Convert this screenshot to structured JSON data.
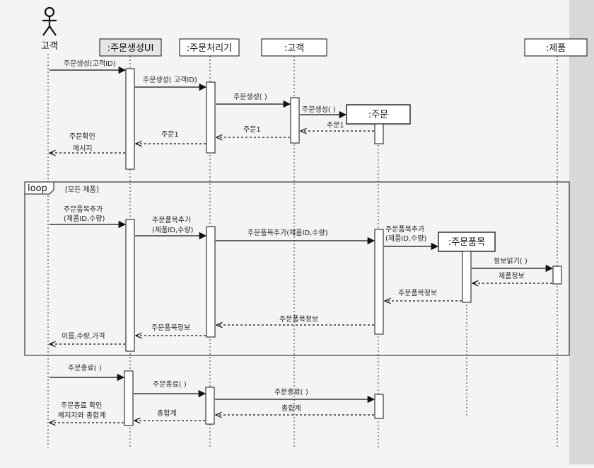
{
  "actor": {
    "label": "고객"
  },
  "lifelines": {
    "ui": ":주문생성UI",
    "proc": ":주문처리기",
    "cust": ":고객",
    "prod": ":제품",
    "order": ":주문",
    "item": ":주문품목"
  },
  "loop": {
    "tag": "loop",
    "guard": "[모든 제품]"
  },
  "messages": {
    "m1": "주문생성(고객ID)",
    "m2": "주문생성( 고객ID)",
    "m3": "주문생성( )",
    "m4": "주문생성( )",
    "r1": "주문1",
    "r2": "주문1",
    "r3": "주문1",
    "r4a": "주문확인",
    "r4b": "메시지",
    "l1a": "주문품목추가",
    "l1b": "(제품ID,수량)",
    "l2a": "주문품목추가",
    "l2b": "(제품ID,수량)",
    "l3": "주문품목추가(제품ID,수량)",
    "l4a": "주문품목추가",
    "l4b": "(제품ID,수량)",
    "l5": "정보읽기( )",
    "l6": "제품정보",
    "l7": "주문품목정보",
    "l8": "주문품목정보",
    "l9": "주문품목정보",
    "l10": "이름,수량,가격",
    "e1": "주문종료( )",
    "e2": "주문종료( )",
    "e3": "주문종료( )",
    "e4": "총합계",
    "e5": "총합계",
    "e6a": "주문종료 확인",
    "e6b": "메지지와 총합계"
  }
}
